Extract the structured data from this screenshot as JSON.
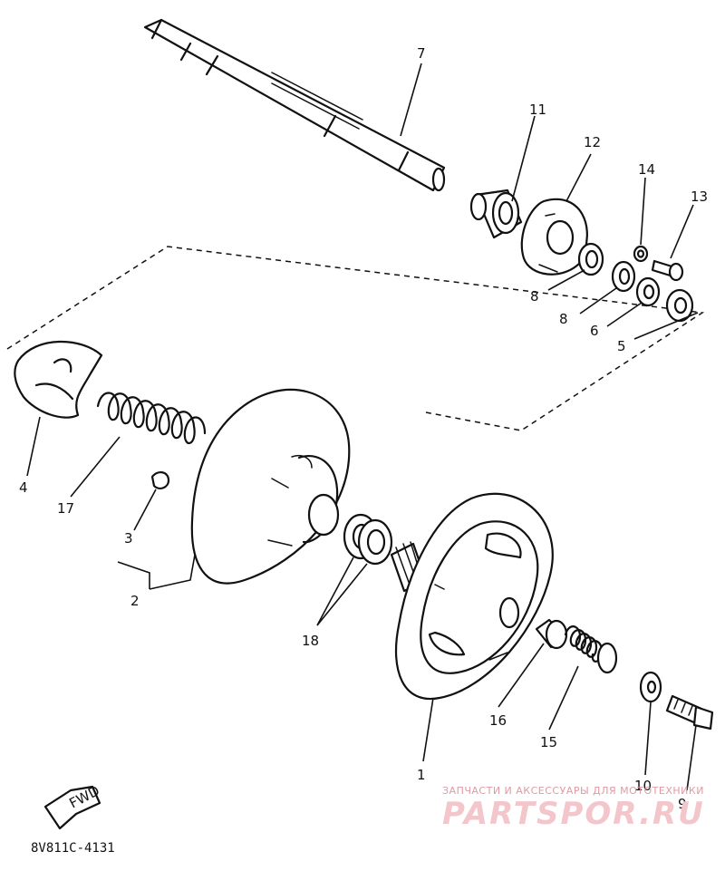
{
  "callouts": {
    "c1": "1",
    "c2": "2",
    "c3": "3",
    "c4": "4",
    "c5": "5",
    "c6": "6",
    "c7": "7",
    "c8a": "8",
    "c8b": "8",
    "c9": "9",
    "c10": "10",
    "c11": "11",
    "c12": "12",
    "c13": "13",
    "c14": "14",
    "c15": "15",
    "c16": "16",
    "c17": "17",
    "c18": "18"
  },
  "fwd_label": "FWD",
  "drawing_code": "8V811C-4131",
  "watermark": {
    "tagline": "ЗАПЧАСТИ И АКСЕССУАРЫ ДЛЯ МОТОТЕХНИКИ",
    "brand": "PARTSPOR.RU"
  }
}
